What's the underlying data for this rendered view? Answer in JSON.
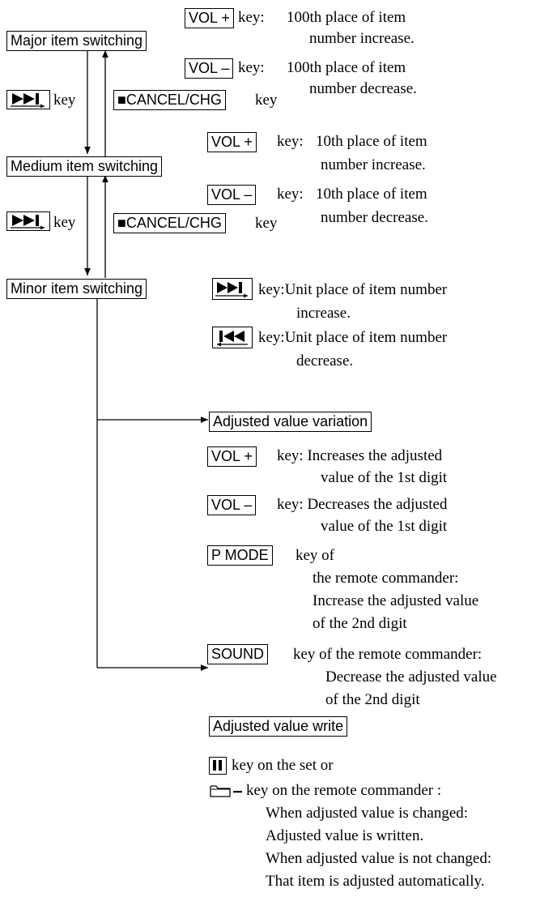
{
  "flow": {
    "major": "Major item switching",
    "medium": "Medium item switching",
    "minor": "Minor item switching",
    "adjust_variation": "Adjusted value variation",
    "adjust_write": "Adjusted value write"
  },
  "keys": {
    "vol_plus": "VOL +",
    "vol_minus": "VOL –",
    "cancel_chg": "■CANCEL/CHG",
    "p_mode": "P MODE",
    "sound": "SOUND",
    "key": "key"
  },
  "major_desc": {
    "plus_prefix": "key:",
    "plus_1": "100th place of item",
    "plus_2": "number increase.",
    "minus_prefix": "key:",
    "minus_1": "100th place of item",
    "minus_2": "number decrease."
  },
  "medium_desc": {
    "plus_prefix": "key:",
    "plus_1": "10th place of item",
    "plus_2": "number increase.",
    "minus_prefix": "key:",
    "minus_1": "10th place of item",
    "minus_2": "number decrease."
  },
  "minor_desc": {
    "next_1": "key:Unit place of item number",
    "next_2": "increase.",
    "prev_1": "key:Unit place of item number",
    "prev_2": "decrease."
  },
  "variation_desc": {
    "plus_1": "key:  Increases the adjusted",
    "plus_2": "value of the 1st digit",
    "minus_1": "key:  Decreases the adjusted",
    "minus_2": "value of the 1st digit",
    "pmode_1": "key of",
    "pmode_2": "the remote commander:",
    "pmode_3": "Increase the adjusted value",
    "pmode_4": "of the 2nd digit",
    "sound_1": "key of the remote commander:",
    "sound_2": "Decrease the adjusted value",
    "sound_3": "of the 2nd digit"
  },
  "write_desc": {
    "l1": "key on the set or",
    "l2": "key on the remote commander :",
    "l3": "When adjusted value is changed:",
    "l4": "Adjusted value is written.",
    "l5": "When adjusted value is not changed:",
    "l6": "That item is adjusted automatically."
  }
}
